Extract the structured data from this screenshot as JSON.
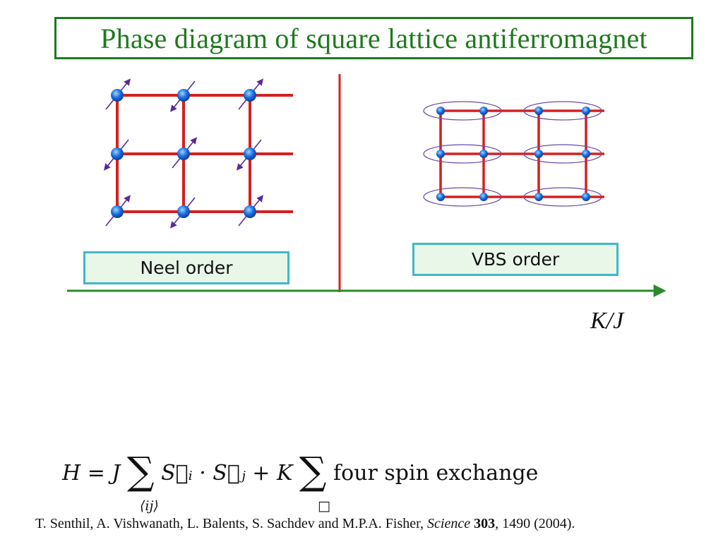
{
  "title": "Phase diagram of square lattice antiferromagnet",
  "phases": {
    "left_label": "Neel order",
    "right_label": "VBS order"
  },
  "axis": {
    "label": "K/J"
  },
  "hamiltonian": {
    "lhs": "H = J",
    "sum1_index": "⟨ij⟩",
    "term1": "S⃗ᵢ · S⃗ⱼ + K",
    "sum2_index": "□",
    "term2": "four spin exchange"
  },
  "citation": {
    "authors": "T. Senthil, A. Vishwanath, L. Balents, S. Sachdev and M.P.A. Fisher,",
    "journal": "Science",
    "volume": "303",
    "rest": ", 1490 (2004)."
  },
  "colors": {
    "title_green": "#1e7a1e",
    "bond_red": "#d42020",
    "site_blue": "#1a6fe0",
    "spin_purple": "#5a2a9a",
    "box_fill": "#e8f7e8",
    "box_border": "#3fb8c8",
    "axis_green": "#2a8a2a"
  },
  "lattice": {
    "neel_spin_dirs": [
      "up",
      "down",
      "up",
      "down",
      "up",
      "down",
      "up",
      "down",
      "up"
    ]
  }
}
